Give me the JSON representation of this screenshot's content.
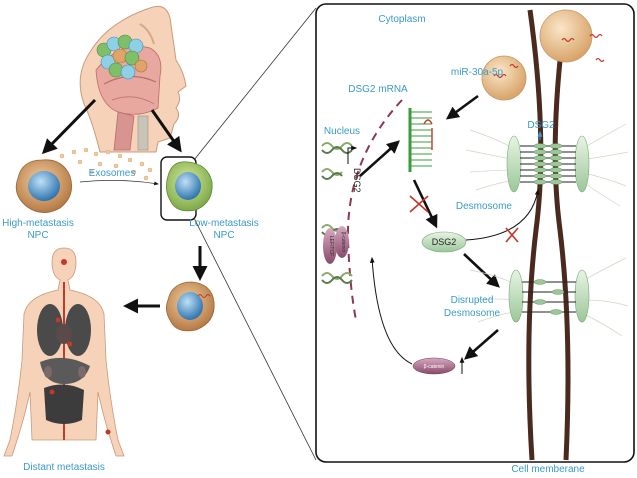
{
  "labels": {
    "cytoplasm": "Cytoplasm",
    "mirna": "miR-30a-5p",
    "dsg2_mrna": "DSG2 mRNA",
    "nucleus": "Nucleus",
    "dsg2_gene": "DSG2",
    "dsg2_top": "DSG2",
    "desmosome": "Desmosome",
    "dsg2_protein": "DSG2",
    "disrupted_1": "Disrupted",
    "disrupted_2": "Desmosome",
    "beta_catenin": "β-catenin",
    "lef_tcf": "LEF/TCF",
    "beta_catenin_n": "β-catenin",
    "cell_membrane": "Cell memberane",
    "exosomes": "Exosomes",
    "high_meta_1": "High-metastasis",
    "high_meta_2": "NPC",
    "low_meta_1": "Low-metastasis",
    "low_meta_2": "NPC",
    "distant": "Distant metastasis"
  },
  "colors": {
    "label_blue": "#3a9bc9",
    "membrane": "#4a2a1e",
    "mrna_green": "#3a9b3a",
    "mirna_red": "#c0392b",
    "exosome": "#f0c898",
    "cell_outer": "#d9a36a",
    "nucleus_blue": "#4f8fc4",
    "protein_purple": "#9a5a7a",
    "desmosome_green": "#9cc79a"
  }
}
